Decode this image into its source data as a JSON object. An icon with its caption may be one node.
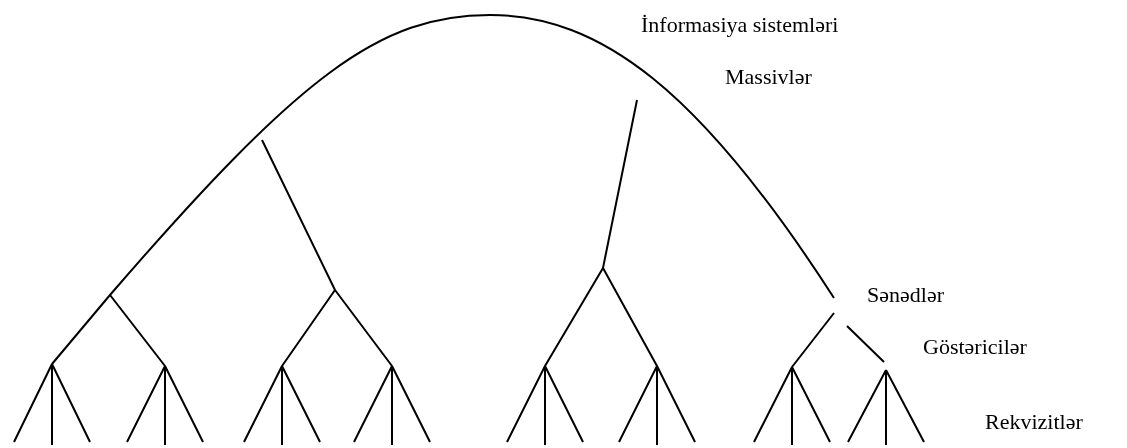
{
  "diagram": {
    "labels": [
      "İnformasiya sistemləri",
      "Massivlər",
      "Sənədlər",
      "Göstəricilər",
      "Rekvizitlər"
    ]
  }
}
